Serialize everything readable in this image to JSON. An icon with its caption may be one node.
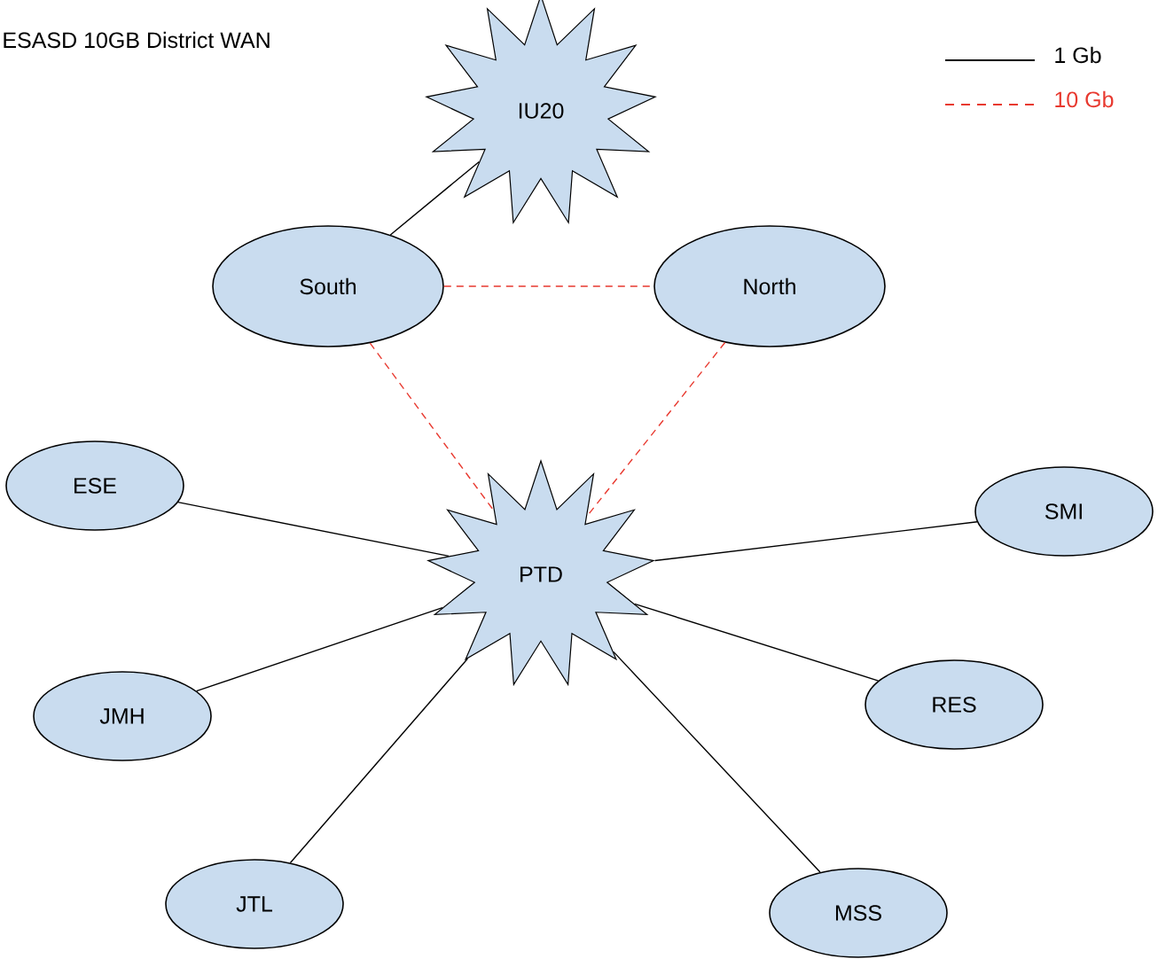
{
  "diagram": {
    "title": "ESASD 10GB District WAN",
    "nodes": [
      {
        "text": [
          "IU20"
        ]
      },
      {
        "text": [
          "South"
        ]
      },
      {
        "text": [
          "North"
        ]
      },
      {
        "text": [
          "ESE"
        ]
      },
      {
        "text": [
          "PTD"
        ]
      },
      {
        "text": [
          "SMI"
        ]
      },
      {
        "text": [
          "JMH"
        ]
      },
      {
        "text": [
          "RES"
        ]
      },
      {
        "text": [
          "JTL"
        ]
      },
      {
        "text": [
          "MSS"
        ]
      }
    ],
    "edges": [
      {
        "from": 0,
        "to": 1,
        "arrow": "none"
      },
      {
        "from": 1,
        "to": 2,
        "arrow": "none",
        "style": "dashed",
        "color": "#e8392f"
      },
      {
        "from": 1,
        "to": 4,
        "arrow": "none",
        "style": "dashed",
        "color": "#e8392f"
      },
      {
        "from": 2,
        "to": 4,
        "arrow": "none",
        "style": "dashed",
        "color": "#e8392f"
      },
      {
        "from": 3,
        "to": 4,
        "arrow": "none"
      },
      {
        "from": 4,
        "to": 5,
        "arrow": "none"
      },
      {
        "from": 6,
        "to": 4,
        "arrow": "none"
      },
      {
        "from": 4,
        "to": 7,
        "arrow": "none"
      },
      {
        "from": 8,
        "to": 4,
        "arrow": "none"
      },
      {
        "from": 4,
        "to": 9,
        "arrow": "none"
      }
    ],
    "legend": [
      {
        "text": "1 Gb"
      },
      {
        "text": "10 Gb"
      }
    ]
  }
}
